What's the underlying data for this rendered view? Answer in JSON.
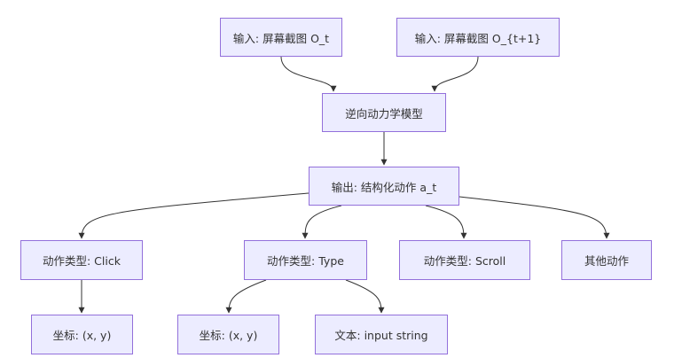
{
  "colors": {
    "node_fill": "#ECECFF",
    "node_border": "#9370DB",
    "edge": "#333333",
    "text": "#333333",
    "background": "#ffffff"
  },
  "nodes": {
    "input_ot": "输入: 屏幕截图 O_t",
    "input_ot1": "输入: 屏幕截图 O_{t+1}",
    "inverse_model": "逆向动力学模型",
    "output": "输出: 结构化动作 a_t",
    "type_click": "动作类型: Click",
    "type_type": "动作类型: Type",
    "type_scroll": "动作类型: Scroll",
    "other": "其他动作",
    "coord_click": "坐标: (x, y)",
    "coord_type": "坐标: (x, y)",
    "text_input": "文本: input string"
  },
  "edges": [
    [
      "input_ot",
      "inverse_model"
    ],
    [
      "input_ot1",
      "inverse_model"
    ],
    [
      "inverse_model",
      "output"
    ],
    [
      "output",
      "type_click"
    ],
    [
      "output",
      "type_type"
    ],
    [
      "output",
      "type_scroll"
    ],
    [
      "output",
      "other"
    ],
    [
      "type_click",
      "coord_click"
    ],
    [
      "type_type",
      "coord_type"
    ],
    [
      "type_type",
      "text_input"
    ]
  ]
}
